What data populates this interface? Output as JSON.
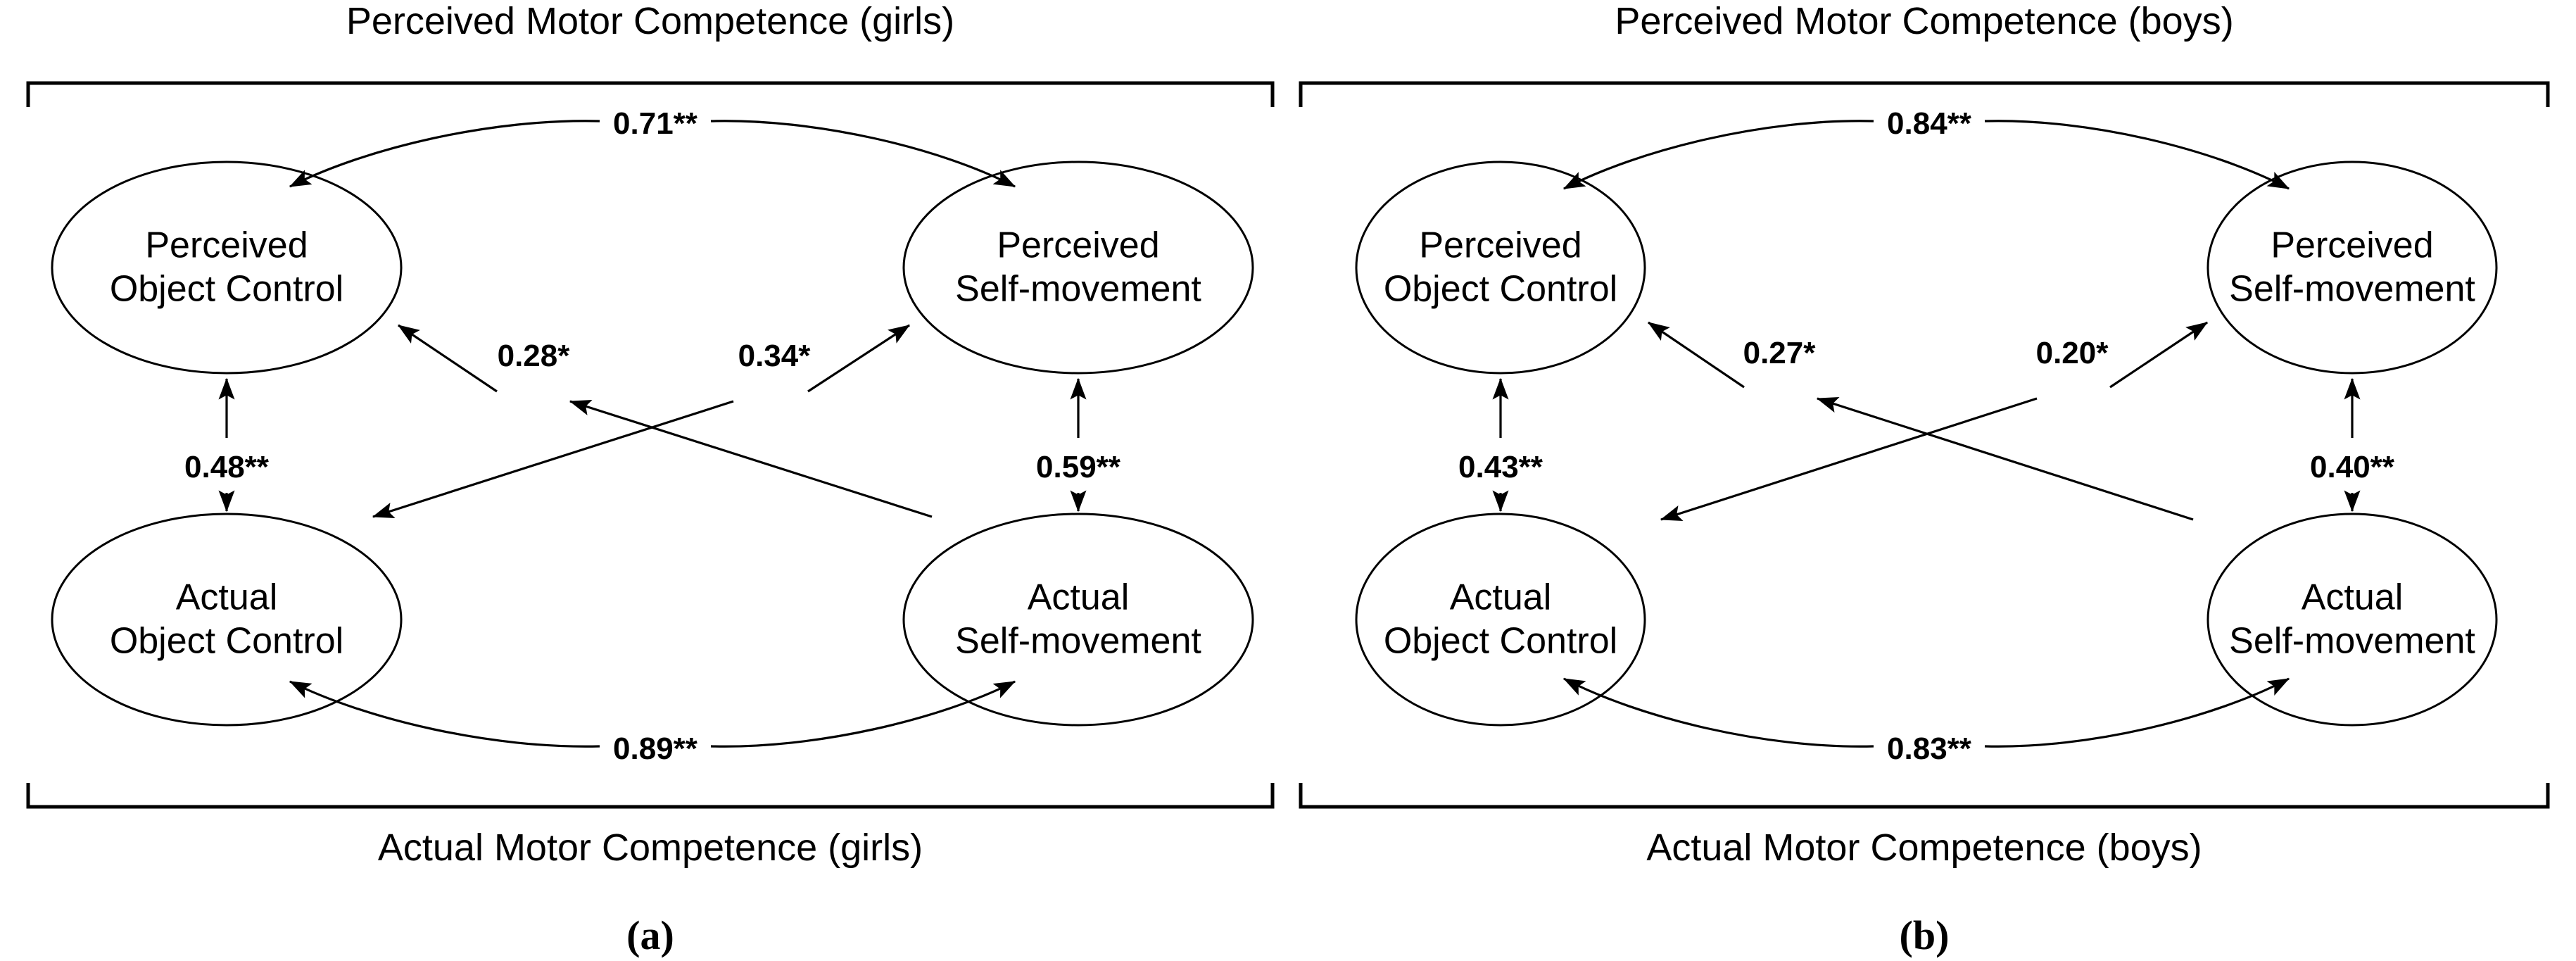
{
  "figure": {
    "caption_a": "(a)",
    "caption_b": "(b)"
  },
  "panels": [
    {
      "id": "panel-a",
      "top_bracket_label": "Perceived Motor Competence (girls)",
      "bottom_bracket_label": "Actual Motor Competence (girls)",
      "caption": "(a)",
      "nodes": [
        {
          "id": "perceived-object-control",
          "line1": "Perceived",
          "line2": "Object Control"
        },
        {
          "id": "perceived-self-movement",
          "line1": "Perceived",
          "line2": "Self-movement"
        },
        {
          "id": "actual-object-control",
          "line1": "Actual",
          "line2": "Object Control"
        },
        {
          "id": "actual-self-movement",
          "line1": "Actual",
          "line2": "Self-movement"
        }
      ],
      "paths": [
        {
          "id": "perceived-oc-to-perceived-sm",
          "coefficient": "0.71**"
        },
        {
          "id": "perceived-oc-to-actual-oc",
          "coefficient": "0.48**"
        },
        {
          "id": "perceived-sm-to-actual-sm",
          "coefficient": "0.59**"
        },
        {
          "id": "actual-sm-to-perceived-oc",
          "coefficient": "0.28*"
        },
        {
          "id": "actual-oc-to-perceived-sm",
          "coefficient": "0.34*"
        },
        {
          "id": "actual-oc-to-actual-sm",
          "coefficient": "0.89**"
        }
      ]
    },
    {
      "id": "panel-b",
      "top_bracket_label": "Perceived Motor Competence (boys)",
      "bottom_bracket_label": "Actual Motor Competence (boys)",
      "caption": "(b)",
      "nodes": [
        {
          "id": "perceived-object-control",
          "line1": "Perceived",
          "line2": "Object Control"
        },
        {
          "id": "perceived-self-movement",
          "line1": "Perceived",
          "line2": "Self-movement"
        },
        {
          "id": "actual-object-control",
          "line1": "Actual",
          "line2": "Object Control"
        },
        {
          "id": "actual-self-movement",
          "line1": "Actual",
          "line2": "Self-movement"
        }
      ],
      "paths": [
        {
          "id": "perceived-oc-to-perceived-sm",
          "coefficient": "0.84**"
        },
        {
          "id": "perceived-oc-to-actual-oc",
          "coefficient": "0.43**"
        },
        {
          "id": "perceived-sm-to-actual-sm",
          "coefficient": "0.40**"
        },
        {
          "id": "actual-sm-to-perceived-oc",
          "coefficient": "0.27*"
        },
        {
          "id": "actual-oc-to-perceived-sm",
          "coefficient": "0.20*"
        },
        {
          "id": "actual-oc-to-actual-sm",
          "coefficient": "0.83**"
        }
      ]
    }
  ],
  "colors": {
    "stroke": "#000000",
    "background": "#ffffff",
    "text": "#000000"
  }
}
